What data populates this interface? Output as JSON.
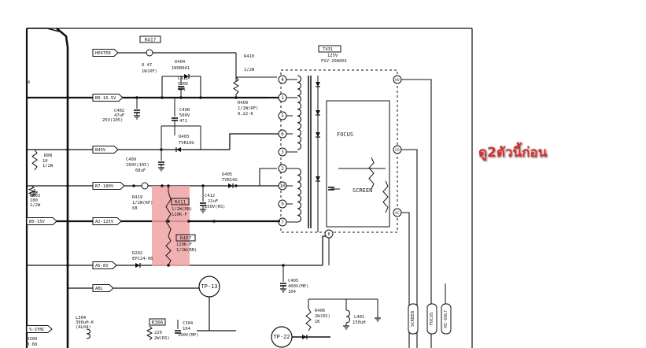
{
  "annotation": "ดู2ตัวนี้ก่อน",
  "highlight_color": "#f0a3a3",
  "schematic": {
    "terminals": [
      {
        "id": "heater",
        "text": "HEATER"
      },
      {
        "id": "b16",
        "text": "B0-16.5V"
      },
      {
        "id": "b45",
        "text": "B45V"
      },
      {
        "id": "b180",
        "text": "B7-180V"
      },
      {
        "id": "b15",
        "text": "B0-15V"
      },
      {
        "id": "a2",
        "text": "A2-125V"
      },
      {
        "id": "a5",
        "text": "A5-8V"
      },
      {
        "id": "abl",
        "text": "ABL"
      },
      {
        "id": "vsync",
        "text": "V-SYNC"
      }
    ],
    "boxed_refs": [
      {
        "id": "r417",
        "text": "R417"
      },
      {
        "id": "r411",
        "text": "R411"
      },
      {
        "id": "r407",
        "text": "R407"
      },
      {
        "id": "r306",
        "text": "R306"
      }
    ],
    "labels": [
      {
        "id": "l1",
        "text": "0.47"
      },
      {
        "id": "l2",
        "text": "1W(RF)"
      },
      {
        "id": "l3",
        "text": "D404"
      },
      {
        "id": "l4",
        "text": "1N5B041"
      },
      {
        "id": "l5",
        "text": "C411"
      },
      {
        "id": "l6",
        "text": "500V"
      },
      {
        "id": "l7",
        "text": "471"
      },
      {
        "id": "l8",
        "text": "R410"
      },
      {
        "id": "l9",
        "text": "1/2W"
      },
      {
        "id": "l10",
        "text": "R409"
      },
      {
        "id": "l11",
        "text": "1/2W(RF)"
      },
      {
        "id": "l12",
        "text": "0.22-K"
      },
      {
        "id": "l13",
        "text": "C402"
      },
      {
        "id": "l14",
        "text": "47uF"
      },
      {
        "id": "l15",
        "text": "25V(105)"
      },
      {
        "id": "l16",
        "text": "C408"
      },
      {
        "id": "l17",
        "text": "500V"
      },
      {
        "id": "l18",
        "text": "471"
      },
      {
        "id": "l19",
        "text": "D403"
      },
      {
        "id": "l20",
        "text": "TVR10G"
      },
      {
        "id": "l21",
        "text": "C409"
      },
      {
        "id": "l22",
        "text": "100V(105)"
      },
      {
        "id": "l23",
        "text": "68uF"
      },
      {
        "id": "l24",
        "text": "D405"
      },
      {
        "id": "l25",
        "text": "TVR10G"
      },
      {
        "id": "l26",
        "text": "R419"
      },
      {
        "id": "l27",
        "text": "1/2W(RF)"
      },
      {
        "id": "l28",
        "text": "68"
      },
      {
        "id": "l29",
        "text": "1/2W(RN)"
      },
      {
        "id": "l30",
        "text": "110K-F"
      },
      {
        "id": "l31",
        "text": "C412"
      },
      {
        "id": "l32",
        "text": "22uF"
      },
      {
        "id": "l33",
        "text": "250V(RS)"
      },
      {
        "id": "l34",
        "text": "110K-F"
      },
      {
        "id": "l35",
        "text": "1/2W(RN)"
      },
      {
        "id": "l36",
        "text": "D202"
      },
      {
        "id": "l37",
        "text": "EPC24-06"
      },
      {
        "id": "l38",
        "text": "C405"
      },
      {
        "id": "l39",
        "text": "400V(MP)"
      },
      {
        "id": "l40",
        "text": "104"
      },
      {
        "id": "l41",
        "text": "R406"
      },
      {
        "id": "l42",
        "text": "2W(RS)"
      },
      {
        "id": "l43",
        "text": "1K"
      },
      {
        "id": "l44",
        "text": "L401"
      },
      {
        "id": "l45",
        "text": "150uH"
      },
      {
        "id": "l46",
        "text": "L304"
      },
      {
        "id": "l47",
        "text": "390uH-K"
      },
      {
        "id": "l48",
        "text": "(AL04)"
      },
      {
        "id": "l49",
        "text": "220"
      },
      {
        "id": "l50",
        "text": "2W(RS)"
      },
      {
        "id": "l51",
        "text": "C304"
      },
      {
        "id": "l52",
        "text": "104"
      },
      {
        "id": "l53",
        "text": "100V(MP)"
      },
      {
        "id": "l54",
        "text": "R300"
      },
      {
        "id": "l55",
        "text": "0.68"
      },
      {
        "id": "l56",
        "text": "R303"
      },
      {
        "id": "l57",
        "text": "180"
      },
      {
        "id": "l58",
        "text": "1/2W"
      },
      {
        "id": "l59",
        "text": "R0N"
      },
      {
        "id": "l60",
        "text": "10"
      },
      {
        "id": "l61",
        "text": "1/2W"
      },
      {
        "id": "l62",
        "text": "T431"
      },
      {
        "id": "l63",
        "text": "125V"
      },
      {
        "id": "l64",
        "text": "FSV-20A001"
      },
      {
        "id": "l65",
        "text": "FOCUS"
      },
      {
        "id": "l66",
        "text": "SCREEN"
      }
    ],
    "testpoints": [
      {
        "id": "tp13",
        "text": "TP-13"
      },
      {
        "id": "tp22",
        "text": "TP-22"
      }
    ],
    "pins": [
      "4",
      "1",
      "5",
      "6",
      "3",
      "2",
      "10",
      "9",
      "7",
      "8",
      "9",
      "8"
    ],
    "vertical_tags": [
      "SCREEN",
      "FOCUS",
      "HI-VOLT"
    ]
  }
}
